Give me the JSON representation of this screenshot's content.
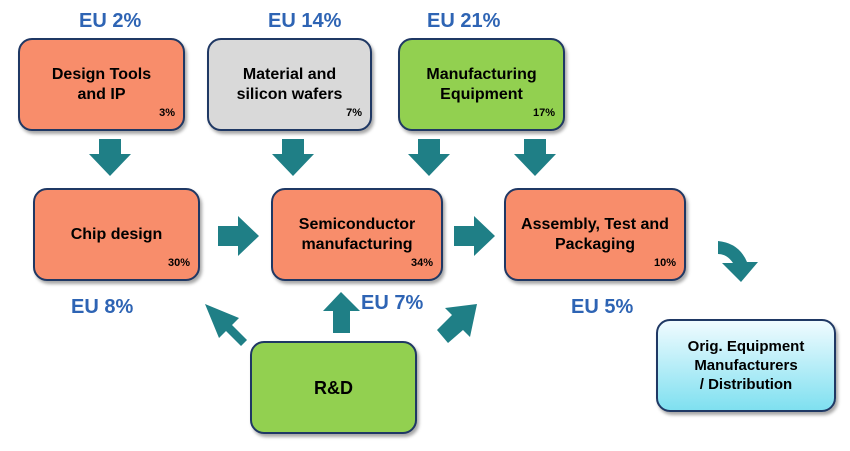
{
  "colors": {
    "orange": "#f88d6b",
    "grey": "#d9d9d9",
    "green": "#92d050",
    "cyan": "#7fe0f0",
    "arrow": "#1f7f86",
    "eu_text": "#2e64b4",
    "border": "#1f3864"
  },
  "eu_labels": {
    "design_tools": "EU 2%",
    "materials": "EU 14%",
    "equipment": "EU 21%",
    "chip_design": "EU 8%",
    "rd": "EU 7%",
    "assembly": "EU 5%"
  },
  "boxes": {
    "design_tools": {
      "label": "Design Tools\nand IP",
      "pct": "3%"
    },
    "materials": {
      "label": "Material and\nsilicon wafers",
      "pct": "7%"
    },
    "equipment": {
      "label": "Manufacturing\nEquipment",
      "pct": "17%"
    },
    "chip_design": {
      "label": "Chip design",
      "pct": "30%"
    },
    "semiconductor": {
      "label": "Semiconductor\nmanufacturing",
      "pct": "34%"
    },
    "assembly": {
      "label": "Assembly, Test and\nPackaging",
      "pct": "10%"
    },
    "rd": {
      "label": "R&D"
    },
    "oem": {
      "label": "Orig. Equipment\nManufacturers\n/ Distribution"
    }
  }
}
